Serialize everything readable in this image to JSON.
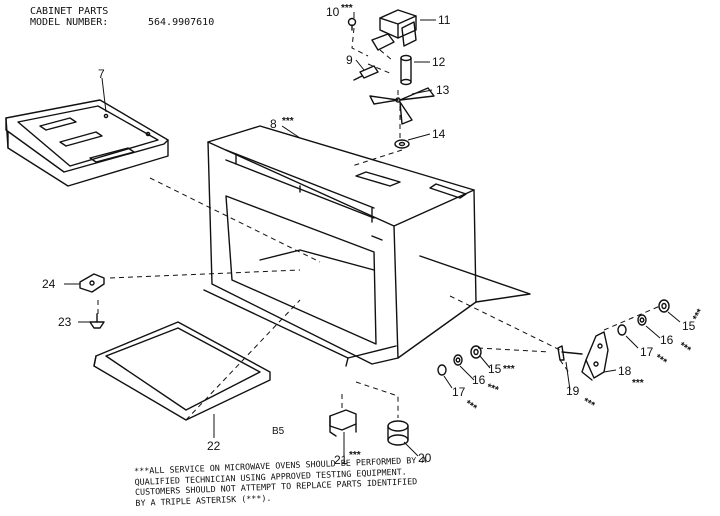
{
  "header": {
    "title": "CABINET PARTS",
    "model_label": "MODEL NUMBER:",
    "model_number": "564.9907610"
  },
  "diagram_label": "B5",
  "callouts": {
    "c7": {
      "num": "7",
      "ast": ""
    },
    "c8": {
      "num": "8",
      "ast": "***"
    },
    "c9": {
      "num": "9",
      "ast": ""
    },
    "c10": {
      "num": "10",
      "ast": "***"
    },
    "c11": {
      "num": "11",
      "ast": ""
    },
    "c12": {
      "num": "12",
      "ast": ""
    },
    "c13": {
      "num": "13",
      "ast": ""
    },
    "c14": {
      "num": "14",
      "ast": ""
    },
    "c15a": {
      "num": "15",
      "ast": "***"
    },
    "c15b": {
      "num": "15",
      "ast": "***"
    },
    "c16a": {
      "num": "16",
      "ast": "***"
    },
    "c16b": {
      "num": "16",
      "ast": "***"
    },
    "c17a": {
      "num": "17",
      "ast": "***"
    },
    "c17b": {
      "num": "17",
      "ast": "***"
    },
    "c18": {
      "num": "18",
      "ast": "***"
    },
    "c19": {
      "num": "19",
      "ast": "***"
    },
    "c20": {
      "num": "20",
      "ast": ""
    },
    "c21": {
      "num": "21",
      "ast": "***"
    },
    "c22": {
      "num": "22",
      "ast": ""
    },
    "c23": {
      "num": "23",
      "ast": ""
    },
    "c24": {
      "num": "24",
      "ast": ""
    }
  },
  "note_lines": [
    "***ALL SERVICE ON MICROWAVE OVENS SHOULD BE PERFORMED BY A",
    "QUALIFIED TECHNICIAN USING APPROVED TESTING EQUIPMENT.",
    "CUSTOMERS SHOULD NOT ATTEMPT TO REPLACE PARTS IDENTIFIED",
    "BY A TRIPLE ASTERISK (***)."
  ]
}
